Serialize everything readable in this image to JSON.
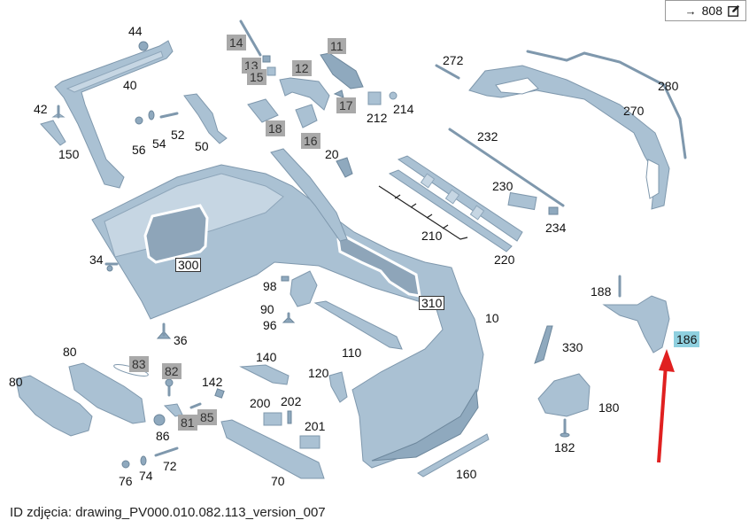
{
  "header": {
    "reference_arrow": "→",
    "reference_number": "808",
    "edit_icon": "edit-icon"
  },
  "caption": "ID zdjęcia: drawing_PV000.010.082.113_version_007",
  "colors": {
    "part_fill": "#aac1d3",
    "grey_label_bg": "#a9a9a9",
    "highlight_label_bg": "#8fd0df",
    "pointer_arrow": "#e02020"
  },
  "highlighted_part": "186",
  "labels": {
    "p44": "44",
    "p40": "40",
    "p42": "42",
    "p150": "150",
    "p56": "56",
    "p54": "54",
    "p52": "52",
    "p50": "50",
    "p14": "14",
    "p13": "13",
    "p15": "15",
    "p12": "12",
    "p11": "11",
    "p18": "18",
    "p16": "16",
    "p17": "17",
    "p212": "212",
    "p214": "214",
    "p20": "20",
    "p272": "272",
    "p280": "280",
    "p270": "270",
    "p232": "232",
    "p230": "230",
    "p234": "234",
    "p210": "210",
    "p220": "220",
    "p34": "34",
    "p300": "300",
    "p310": "310",
    "p10": "10",
    "p98": "98",
    "p90": "90",
    "p96": "96",
    "p36": "36",
    "p110": "110",
    "p188": "188",
    "p186": "186",
    "p330": "330",
    "p180": "180",
    "p182": "182",
    "p80a": "80",
    "p80b": "80",
    "p83": "83",
    "p82": "82",
    "p142": "142",
    "p81": "81",
    "p85": "85",
    "p86": "86",
    "p72": "72",
    "p74": "74",
    "p76": "76",
    "p140": "140",
    "p120": "120",
    "p200": "200",
    "p202": "202",
    "p201": "201",
    "p70": "70",
    "p160": "160"
  }
}
